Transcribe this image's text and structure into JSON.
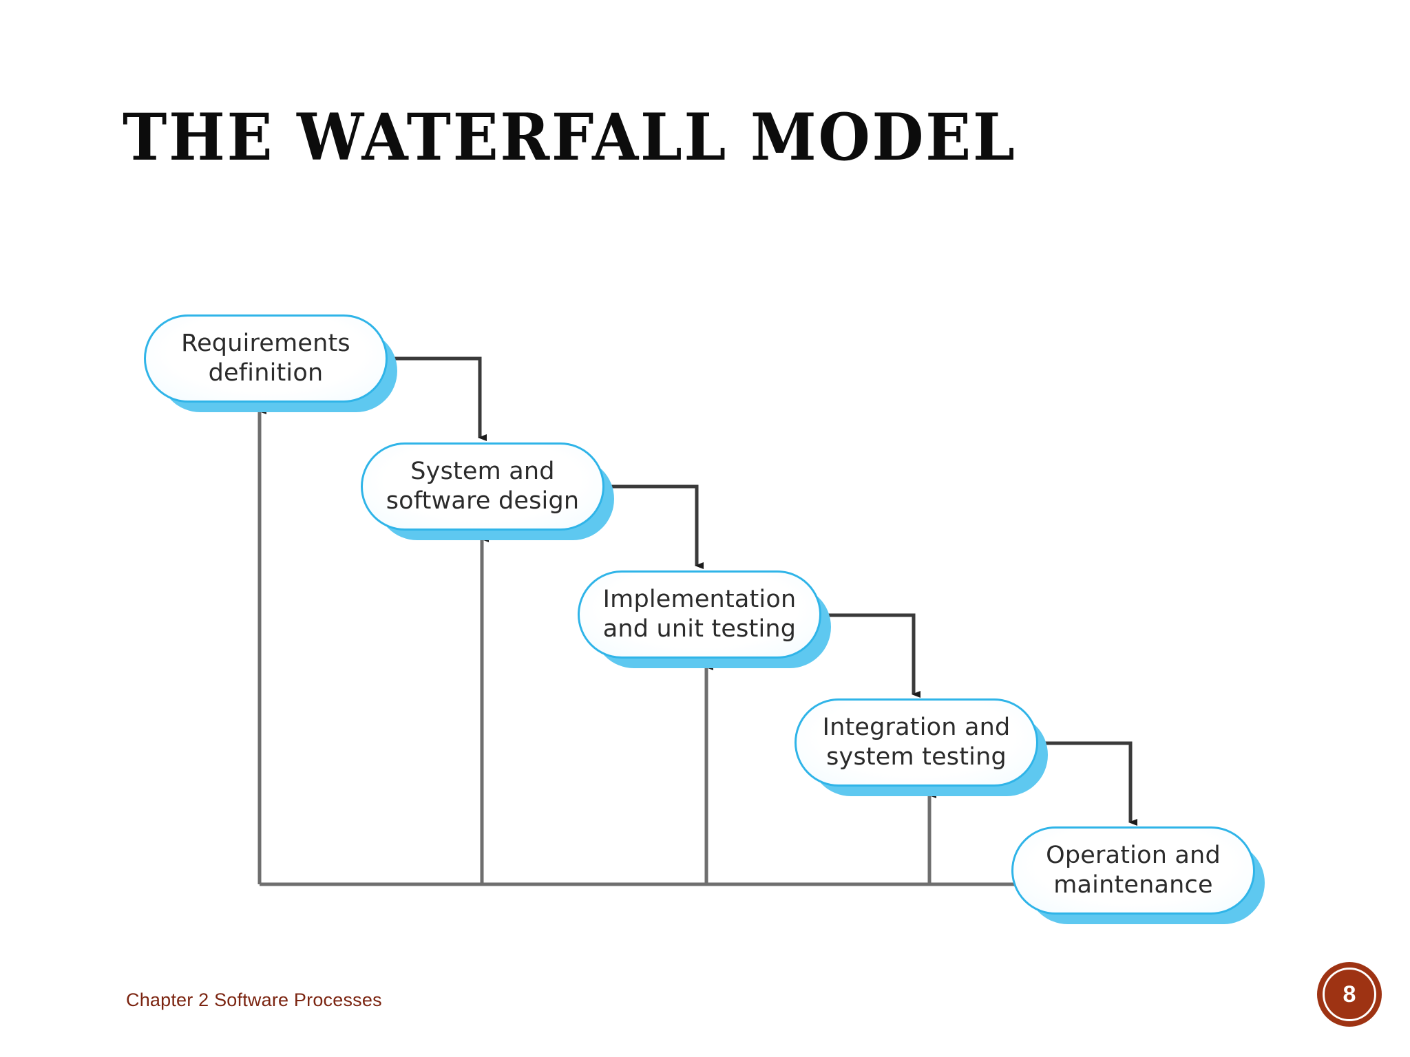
{
  "slide": {
    "title": "The Waterfall Model",
    "background_color": "#ffffff"
  },
  "diagram": {
    "type": "flowchart",
    "name": "waterfall-model-diagram",
    "node_border_color": "#2fb4e8",
    "node_shadow_color": "#5ec8f0",
    "connector_color": "#3a3a3a",
    "nodes": [
      {
        "id": "requirements-definition",
        "label": "Requirements definition",
        "line1": "Requirements",
        "line2": "definition"
      },
      {
        "id": "system-and-software-design",
        "label": "System and software design",
        "line1": "System and",
        "line2": "software design"
      },
      {
        "id": "implementation-and-unit-testing",
        "label": "Implementation and unit testing",
        "line1": "Implementation",
        "line2": "and unit testing"
      },
      {
        "id": "integration-and-system-testing",
        "label": "Integration and system testing",
        "line1": "Integration and",
        "line2": "system testing"
      },
      {
        "id": "operation-and-maintenance",
        "label": "Operation and maintenance",
        "line1": "Operation and",
        "line2": "maintenance"
      }
    ],
    "forward_edges": [
      {
        "from": "requirements-definition",
        "to": "system-and-software-design"
      },
      {
        "from": "system-and-software-design",
        "to": "implementation-and-unit-testing"
      },
      {
        "from": "implementation-and-unit-testing",
        "to": "integration-and-system-testing"
      },
      {
        "from": "integration-and-system-testing",
        "to": "operation-and-maintenance"
      }
    ],
    "feedback_edges": [
      {
        "from": "operation-and-maintenance",
        "to": "requirements-definition"
      },
      {
        "from": "operation-and-maintenance",
        "to": "system-and-software-design"
      },
      {
        "from": "operation-and-maintenance",
        "to": "implementation-and-unit-testing"
      },
      {
        "from": "operation-and-maintenance",
        "to": "integration-and-system-testing"
      }
    ]
  },
  "footer": {
    "note": "Chapter 2 Software Processes",
    "note_color": "#7b2410",
    "page_number": "8",
    "badge_color": "#9e3313"
  }
}
